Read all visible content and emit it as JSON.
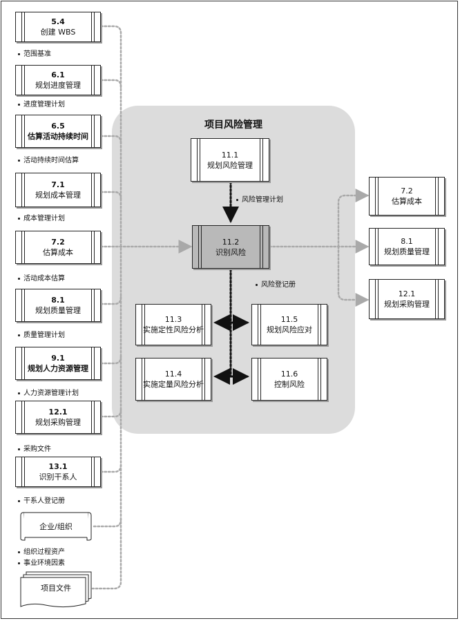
{
  "title": "项目风险管理",
  "inputs": [
    {
      "num": "5.4",
      "name": "创建 WBS",
      "output": "范围基准"
    },
    {
      "num": "6.1",
      "name": "规划进度管理",
      "output": "进度管理计划"
    },
    {
      "num": "6.5",
      "name": "估算活动持续时间",
      "output": "活动持续时间估算"
    },
    {
      "num": "7.1",
      "name": "规划成本管理",
      "output": "成本管理计划"
    },
    {
      "num": "7.2",
      "name": "估算成本",
      "output": "活动成本估算"
    },
    {
      "num": "8.1",
      "name": "规划质量管理",
      "output": "质量管理计划"
    },
    {
      "num": "9.1",
      "name": "规划人力资源管理",
      "output": "人力资源管理计划"
    },
    {
      "num": "12.1",
      "name": "规划采购管理",
      "output": "采购文件"
    },
    {
      "num": "13.1",
      "name": "识别干系人",
      "output": "干系人登记册"
    }
  ],
  "org": {
    "name": "企业/组织",
    "outputs": [
      "组织过程资产",
      "事业环境因素"
    ]
  },
  "docs": {
    "name": "项目文件"
  },
  "center": {
    "plan": {
      "num": "11.1",
      "name": "规划风险管理"
    },
    "plan_output": "风险管理计划",
    "identify": {
      "num": "11.2",
      "name": "识别风险"
    },
    "identify_output": "风险登记册",
    "qual": {
      "num": "11.3",
      "name": "实施定性风险分析"
    },
    "quant": {
      "num": "11.4",
      "name": "实施定量风险分析"
    },
    "response": {
      "num": "11.5",
      "name": "规划风险应对"
    },
    "control": {
      "num": "11.6",
      "name": "控制风险"
    }
  },
  "outputs_right": [
    {
      "num": "7.2",
      "name": "估算成本"
    },
    {
      "num": "8.1",
      "name": "规划质量管理"
    },
    {
      "num": "12.1",
      "name": "规划采购管理"
    }
  ]
}
